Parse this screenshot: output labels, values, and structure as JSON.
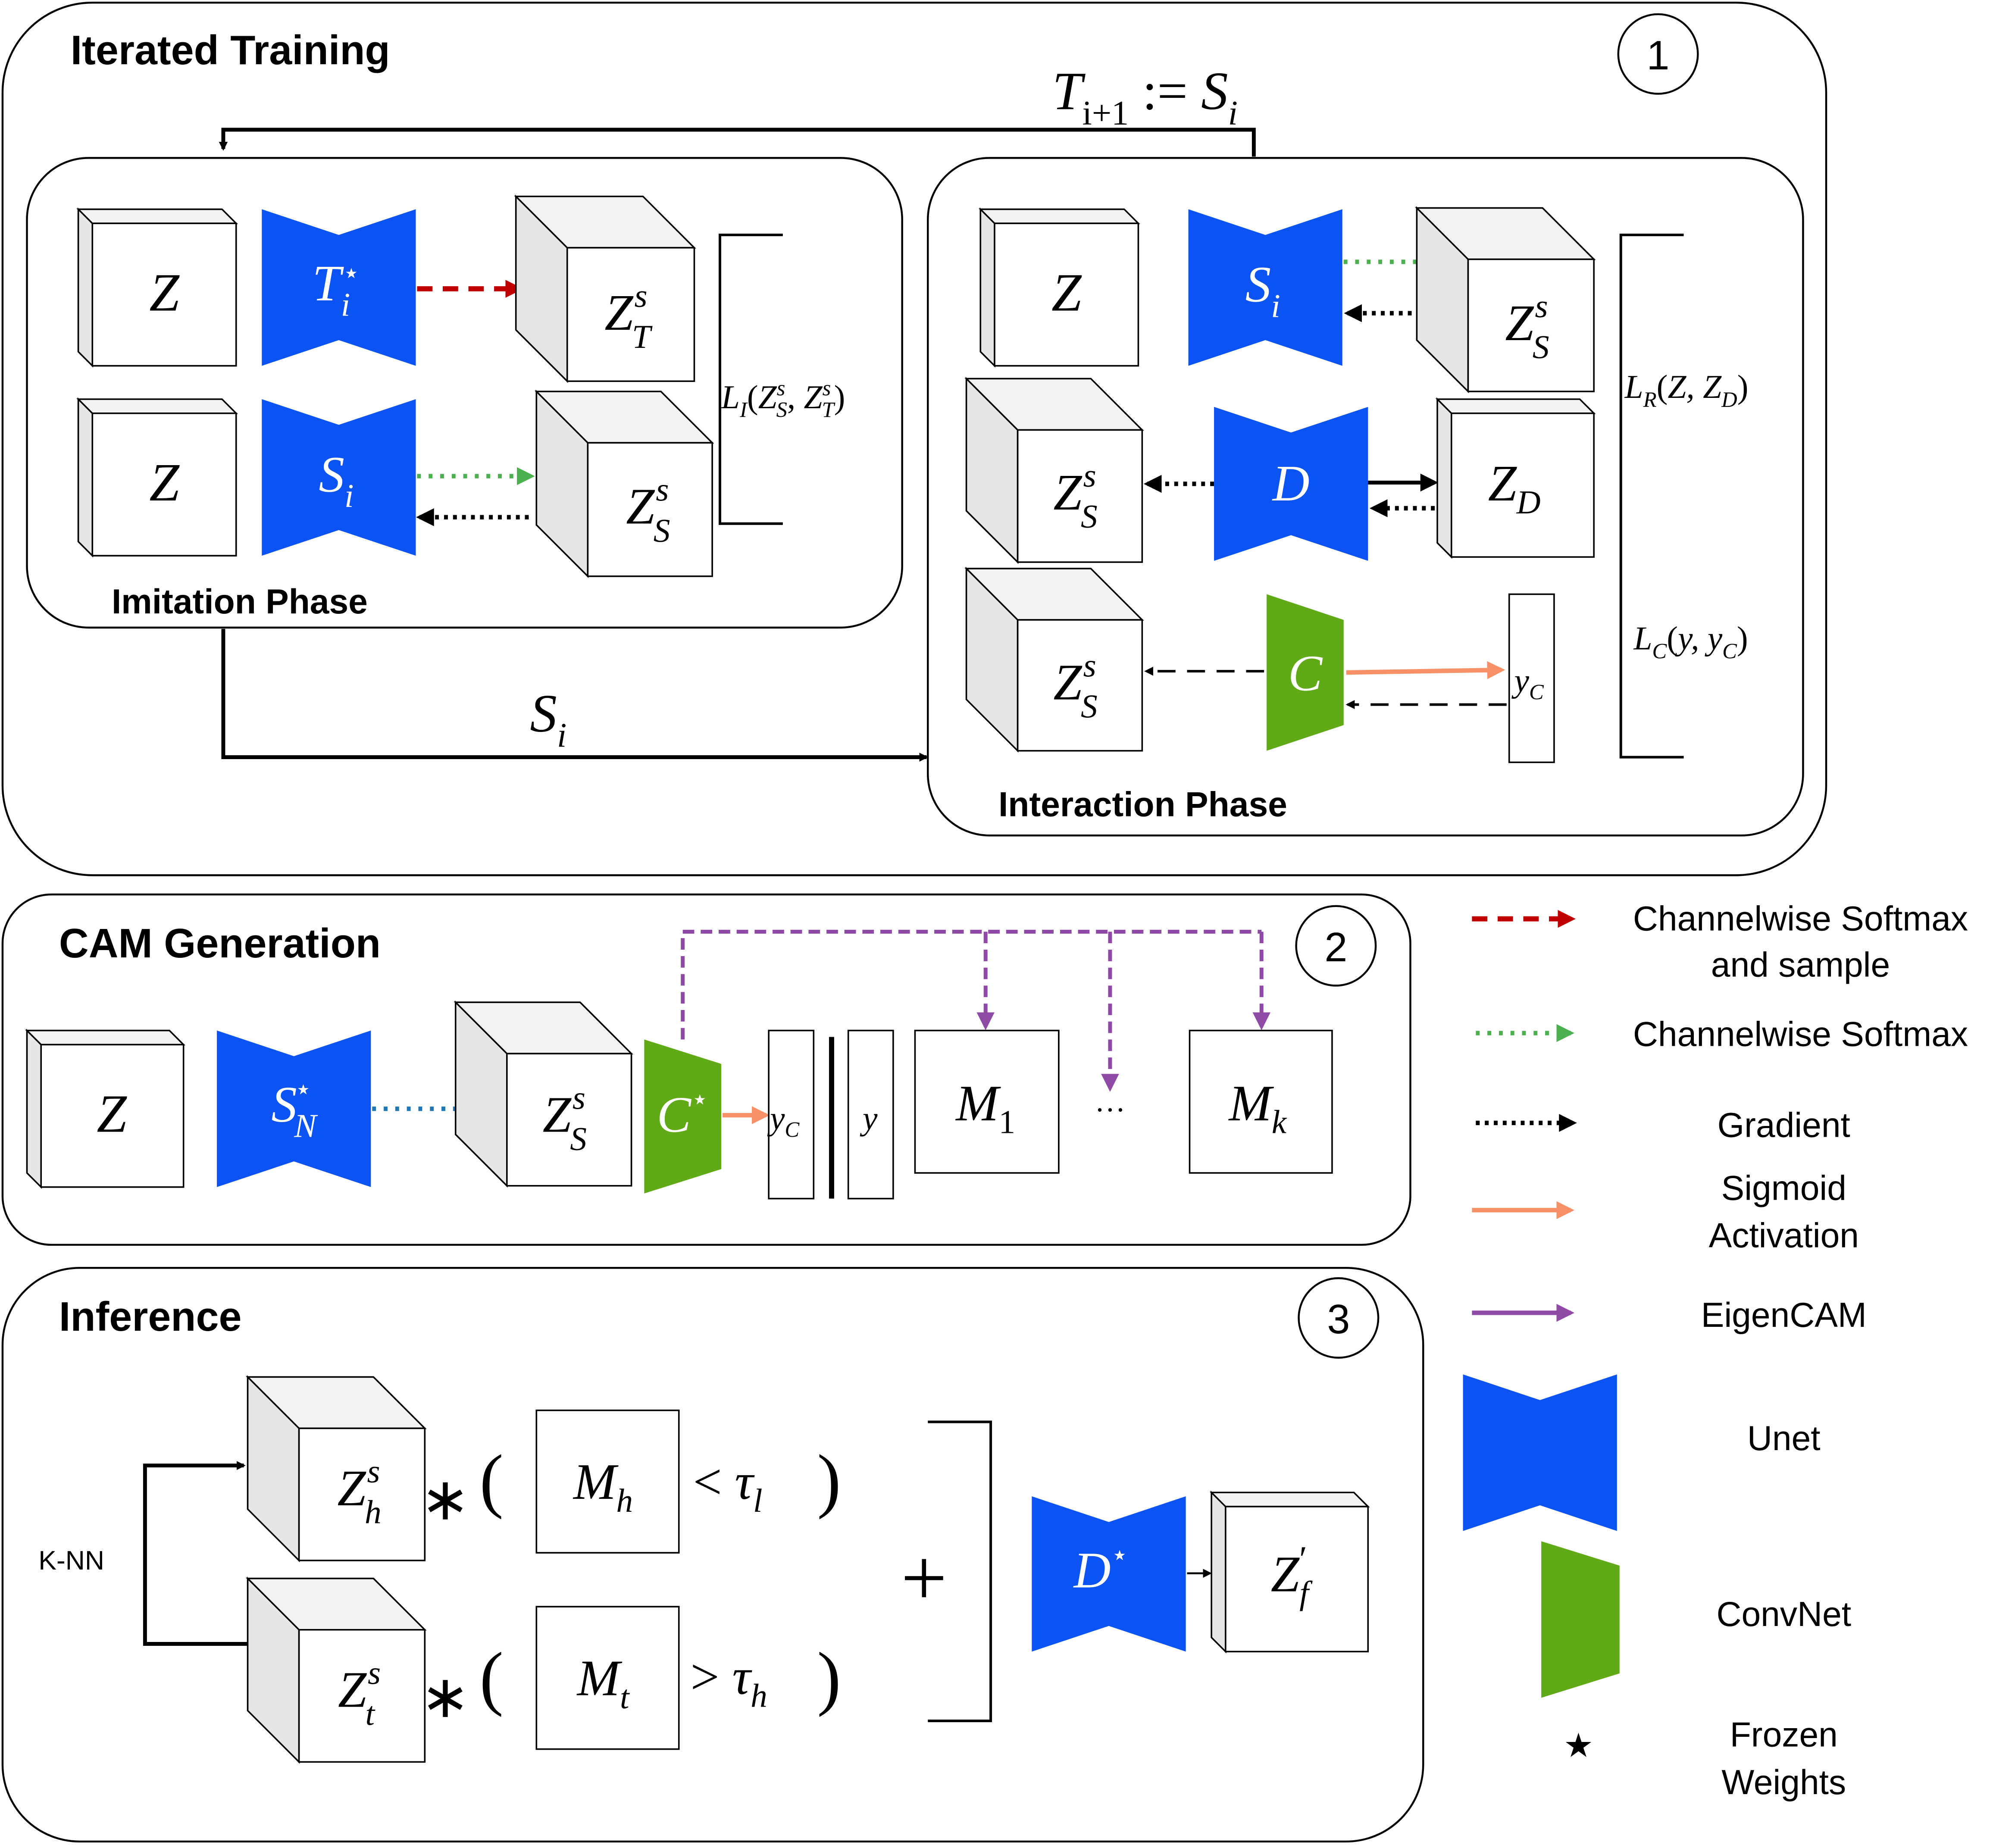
{
  "panels": {
    "iterated": {
      "title": "Iterated Training",
      "number": "1"
    },
    "cam": {
      "title": "CAM Generation",
      "number": "2"
    },
    "inference": {
      "title": "Inference",
      "number": "3"
    }
  },
  "iterated": {
    "update_rule": "T_{i+1} := S_i",
    "imitation_title": "Imitation Phase",
    "interaction_title": "Interaction Phase",
    "transfer_label": "S_i",
    "imitation": {
      "latent_top": "Z",
      "teacher_unet": "T_i^⋆",
      "teacher_output": "Z_T^s",
      "latent_bottom": "Z",
      "student_unet": "S_i",
      "student_output": "Z_S^s",
      "loss": "L_I(Z_S^s, Z_T^s)"
    },
    "interaction": {
      "latent": "Z",
      "student_unet": "S_i",
      "student_output": "Z_S^s",
      "decoder_input": "Z_S^s",
      "decoder": "D",
      "decoder_target": "Z_D",
      "classifier_input": "Z_S^s",
      "classifier": "C",
      "class_output": "y_C",
      "loss_recon": "L_R(Z, Z_D)",
      "loss_class": "L_C(y, y_C)"
    }
  },
  "cam": {
    "latent": "Z",
    "unet": "S_N^⋆",
    "output": "Z_S^s",
    "classifier": "C^⋆",
    "pred": "y_C",
    "label": "y",
    "map_first": "M_1",
    "ellipsis": "…",
    "map_last": "M_k"
  },
  "inference": {
    "knn_label": "K-NN",
    "head": "Z_h^s",
    "tail": "Z_t^s",
    "multiply": "∗",
    "open_paren": "(",
    "close_paren": ")",
    "head_map": "M_h",
    "head_cond": "< τ_l",
    "tail_map": "M_t",
    "tail_cond": "> τ_h",
    "plus": "+",
    "decoder": "D^⋆",
    "result": "Z_f′"
  },
  "legend": [
    {
      "icon": "red-dashed-arrow",
      "color": "#c00000",
      "lines": [
        "Channelwise Softmax",
        "and sample"
      ]
    },
    {
      "icon": "green-dotted-arrow",
      "color": "#4caf50",
      "lines": [
        "Channelwise Softmax"
      ]
    },
    {
      "icon": "black-dotted-arrow",
      "color": "#000000",
      "lines": [
        "Gradient"
      ]
    },
    {
      "icon": "orange-arrow",
      "color": "#f79066",
      "lines": [
        "Sigmoid",
        "Activation"
      ]
    },
    {
      "icon": "purple-arrow",
      "color": "#8f4aa6",
      "lines": [
        "EigenCAM"
      ]
    },
    {
      "icon": "unet-shape",
      "color": "#0b53f2",
      "lines": [
        "Unet"
      ]
    },
    {
      "icon": "convnet-shape",
      "color": "#60a917",
      "lines": [
        "ConvNet"
      ]
    },
    {
      "icon": "star-icon",
      "symbol": "★",
      "lines": [
        "Frozen",
        "Weights"
      ]
    }
  ],
  "colors": {
    "unet_blue": "#0b53f2",
    "convnet_green": "#60a917",
    "softmax_sample_red": "#c00000",
    "softmax_green": "#4caf50",
    "cam_blue_dotted": "#1f78b4",
    "sigmoid_orange": "#f79066",
    "eigencam_purple": "#8f4aa6"
  }
}
